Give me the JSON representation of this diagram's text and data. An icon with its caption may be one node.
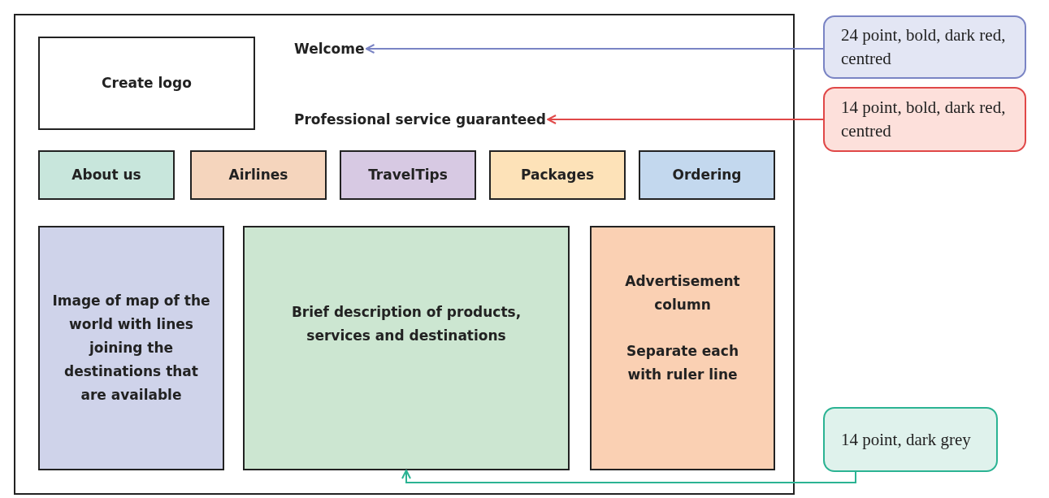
{
  "diagram": {
    "nodes": [
      {
        "text": [],
        "shape": "box"
      },
      {
        "text": [
          "Create logo"
        ],
        "in": 0
      },
      {
        "text": [
          "Welcome"
        ],
        "in": 0
      },
      {
        "text": [
          "Professional service guaranteed"
        ],
        "in": 0
      },
      {
        "text": [
          "About us"
        ],
        "in": 0
      },
      {
        "text": [
          "Airlines"
        ],
        "in": 0
      },
      {
        "text": [
          "TravelTips"
        ],
        "in": 0
      },
      {
        "text": [
          "Packages"
        ],
        "in": 0
      },
      {
        "text": [
          "Ordering"
        ],
        "in": 0
      },
      {
        "text": [
          "Image of map of the world with lines joining the destinations that are available"
        ],
        "in": 0
      },
      {
        "text": [
          "Brief description of products, services and destinations"
        ],
        "in": 0
      },
      {
        "text": [
          "Advertisement column",
          "Separate each with ruler line"
        ],
        "in": 0
      },
      {
        "text": [
          "24 point, bold, dark red, centred"
        ]
      },
      {
        "text": [
          "14 point, bold, dark red, centred"
        ]
      },
      {
        "text": [
          "14 point, dark grey"
        ]
      }
    ],
    "edges": [
      {
        "from": 12,
        "to": 2,
        "arrow": "to",
        "color": "#7a84c4"
      },
      {
        "from": 13,
        "to": 3,
        "arrow": "to",
        "color": "#e04848"
      },
      {
        "from": 14,
        "to": 10,
        "arrow": "to",
        "color": "#2bb393"
      }
    ]
  }
}
